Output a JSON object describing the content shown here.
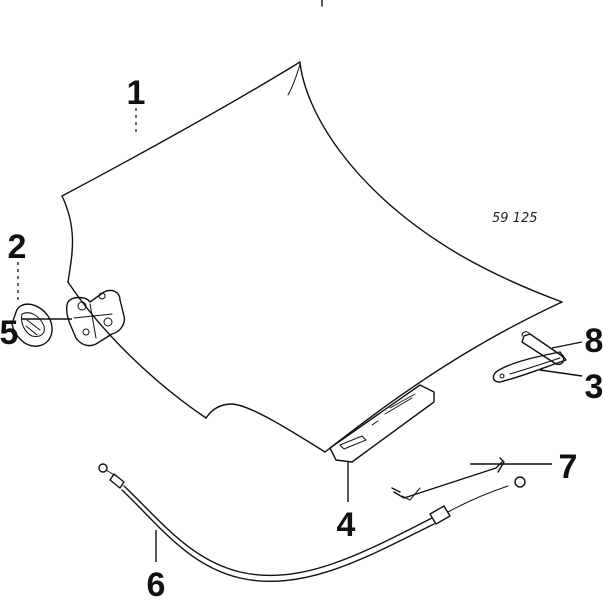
{
  "diagram": {
    "reference_code": "59 125",
    "callouts": [
      "1",
      "2",
      "3",
      "4",
      "5",
      "6",
      "7",
      "8"
    ]
  }
}
